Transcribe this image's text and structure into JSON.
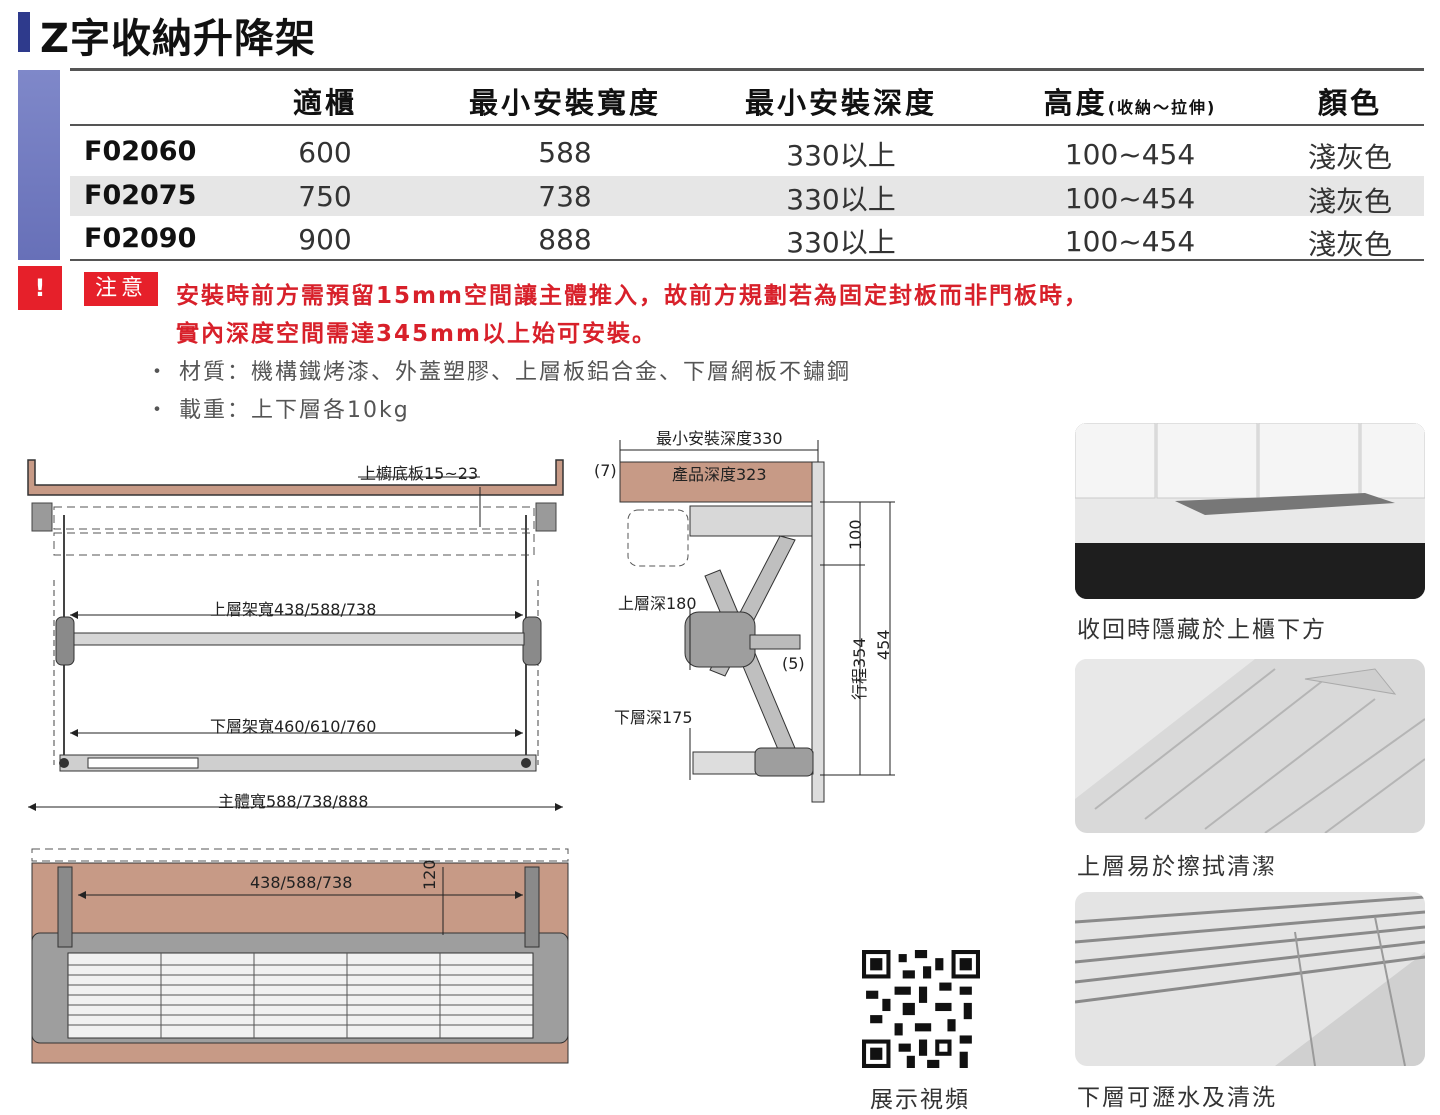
{
  "title": "Z字收納升降架",
  "table": {
    "headers": {
      "fit": "適櫃",
      "min_width": "最小安裝寬度",
      "min_depth": "最小安裝深度",
      "height": "高度",
      "height_note": "(收納～拉伸)",
      "color": "顏色"
    },
    "rows": [
      {
        "model": "F02060",
        "fit": "600",
        "min_width": "588",
        "min_depth": "330以上",
        "height": "100~454",
        "color": "淺灰色"
      },
      {
        "model": "F02075",
        "fit": "750",
        "min_width": "738",
        "min_depth": "330以上",
        "height": "100~454",
        "color": "淺灰色"
      },
      {
        "model": "F02090",
        "fit": "900",
        "min_width": "888",
        "min_depth": "330以上",
        "height": "100~454",
        "color": "淺灰色"
      }
    ]
  },
  "notice": {
    "mark": "!",
    "badge": "注意",
    "line1": "安裝時前方需預留15mm空間讓主體推入，故前方規劃若為固定封板而非門板時，",
    "line2": "實內深度空間需達345mm以上始可安裝。"
  },
  "specs": [
    "・ 材質：機構鐵烤漆、外蓋塑膠、上層板鋁合金、下層網板不鏽鋼",
    "・ 載重：上下層各10kg"
  ],
  "front_diagram": {
    "cabinet_bottom": "上櫥底板15~23",
    "upper_width": "上層架寬438/588/738",
    "lower_width": "下層架寬460/610/760",
    "body_width": "主體寬588/738/888"
  },
  "side_diagram": {
    "min_depth": "最小安裝深度330",
    "gap_front": "(7)",
    "product_depth": "產品深度323",
    "upper_depth": "上層深180",
    "lower_depth": "下層深175",
    "gap_side": "(5)",
    "dim_100": "100",
    "stroke": "行程354",
    "dim_454": "454"
  },
  "top_diagram": {
    "width": "438/588/738",
    "depth": "120"
  },
  "qr_caption": "展示視頻",
  "photos": [
    {
      "caption": "收回時隱藏於上櫃下方"
    },
    {
      "caption": "上層易於擦拭清潔"
    },
    {
      "caption": "下層可瀝水及清洗"
    }
  ],
  "colors": {
    "accent_red": "#e6202a",
    "brand_blue": "#2e3a8c",
    "strip_blue": "#7079bf",
    "wood": "#c79a86"
  }
}
